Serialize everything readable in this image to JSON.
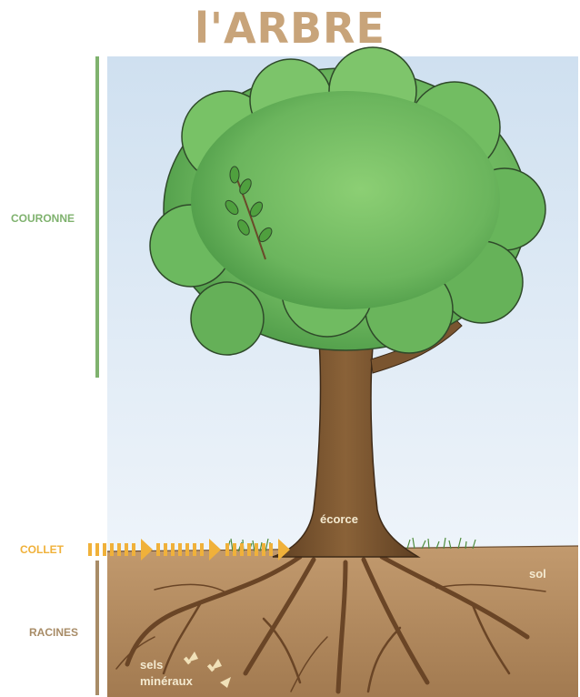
{
  "title": "l'ARBRE",
  "labels": {
    "couronne": "COURONNE",
    "collet": "COLLET",
    "racines": "RACINES",
    "ecorce": "écorce",
    "sol": "sol",
    "sels_line1": "sels",
    "sels_line2": "minéraux"
  },
  "colors": {
    "title": "#c8a47a",
    "couronne": "#7fb26e",
    "collet": "#f0b13a",
    "racines": "#a88c67",
    "sky": "#dbe8f4",
    "soil": "#b48c62",
    "foliage": "#6fbb62",
    "trunk": "#7a5530"
  }
}
